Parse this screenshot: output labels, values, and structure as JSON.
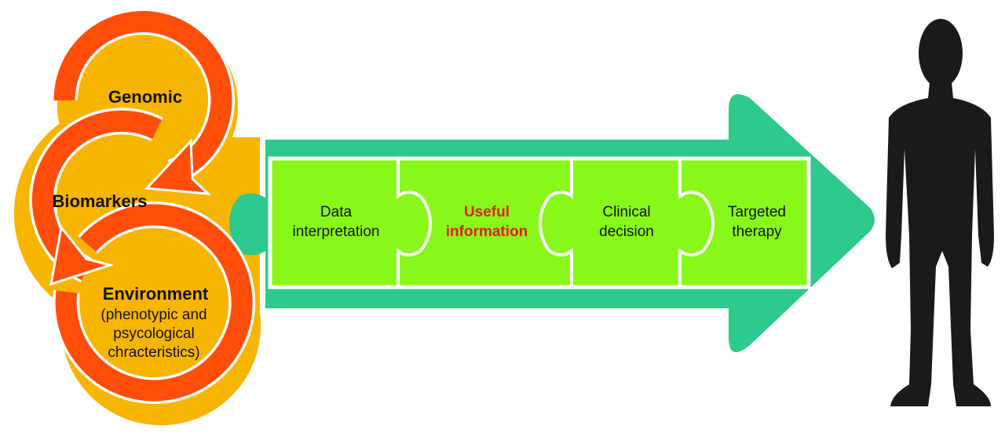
{
  "colors": {
    "orange": "#F7B500",
    "red_arrow": "#FF4E0A",
    "teal": "#2EC98C",
    "green": "#88F81A",
    "highlight_text": "#E0201A",
    "silhouette": "#1A1A1A"
  },
  "cycle": {
    "genomic": "Genomic",
    "biomarkers": "Biomarkers",
    "environment": "Environment",
    "environment_sub": [
      "(phenotypic and",
      "psycological",
      "chracteristics)"
    ]
  },
  "pieces": [
    {
      "lines": [
        "Data",
        "interpretation"
      ],
      "highlight": false
    },
    {
      "lines": [
        "Useful",
        "information"
      ],
      "highlight": true
    },
    {
      "lines": [
        "Clinical",
        "decision"
      ],
      "highlight": false
    },
    {
      "lines": [
        "Targeted",
        "therapy"
      ],
      "highlight": false
    }
  ],
  "icons": {
    "person": "person-silhouette-icon"
  }
}
